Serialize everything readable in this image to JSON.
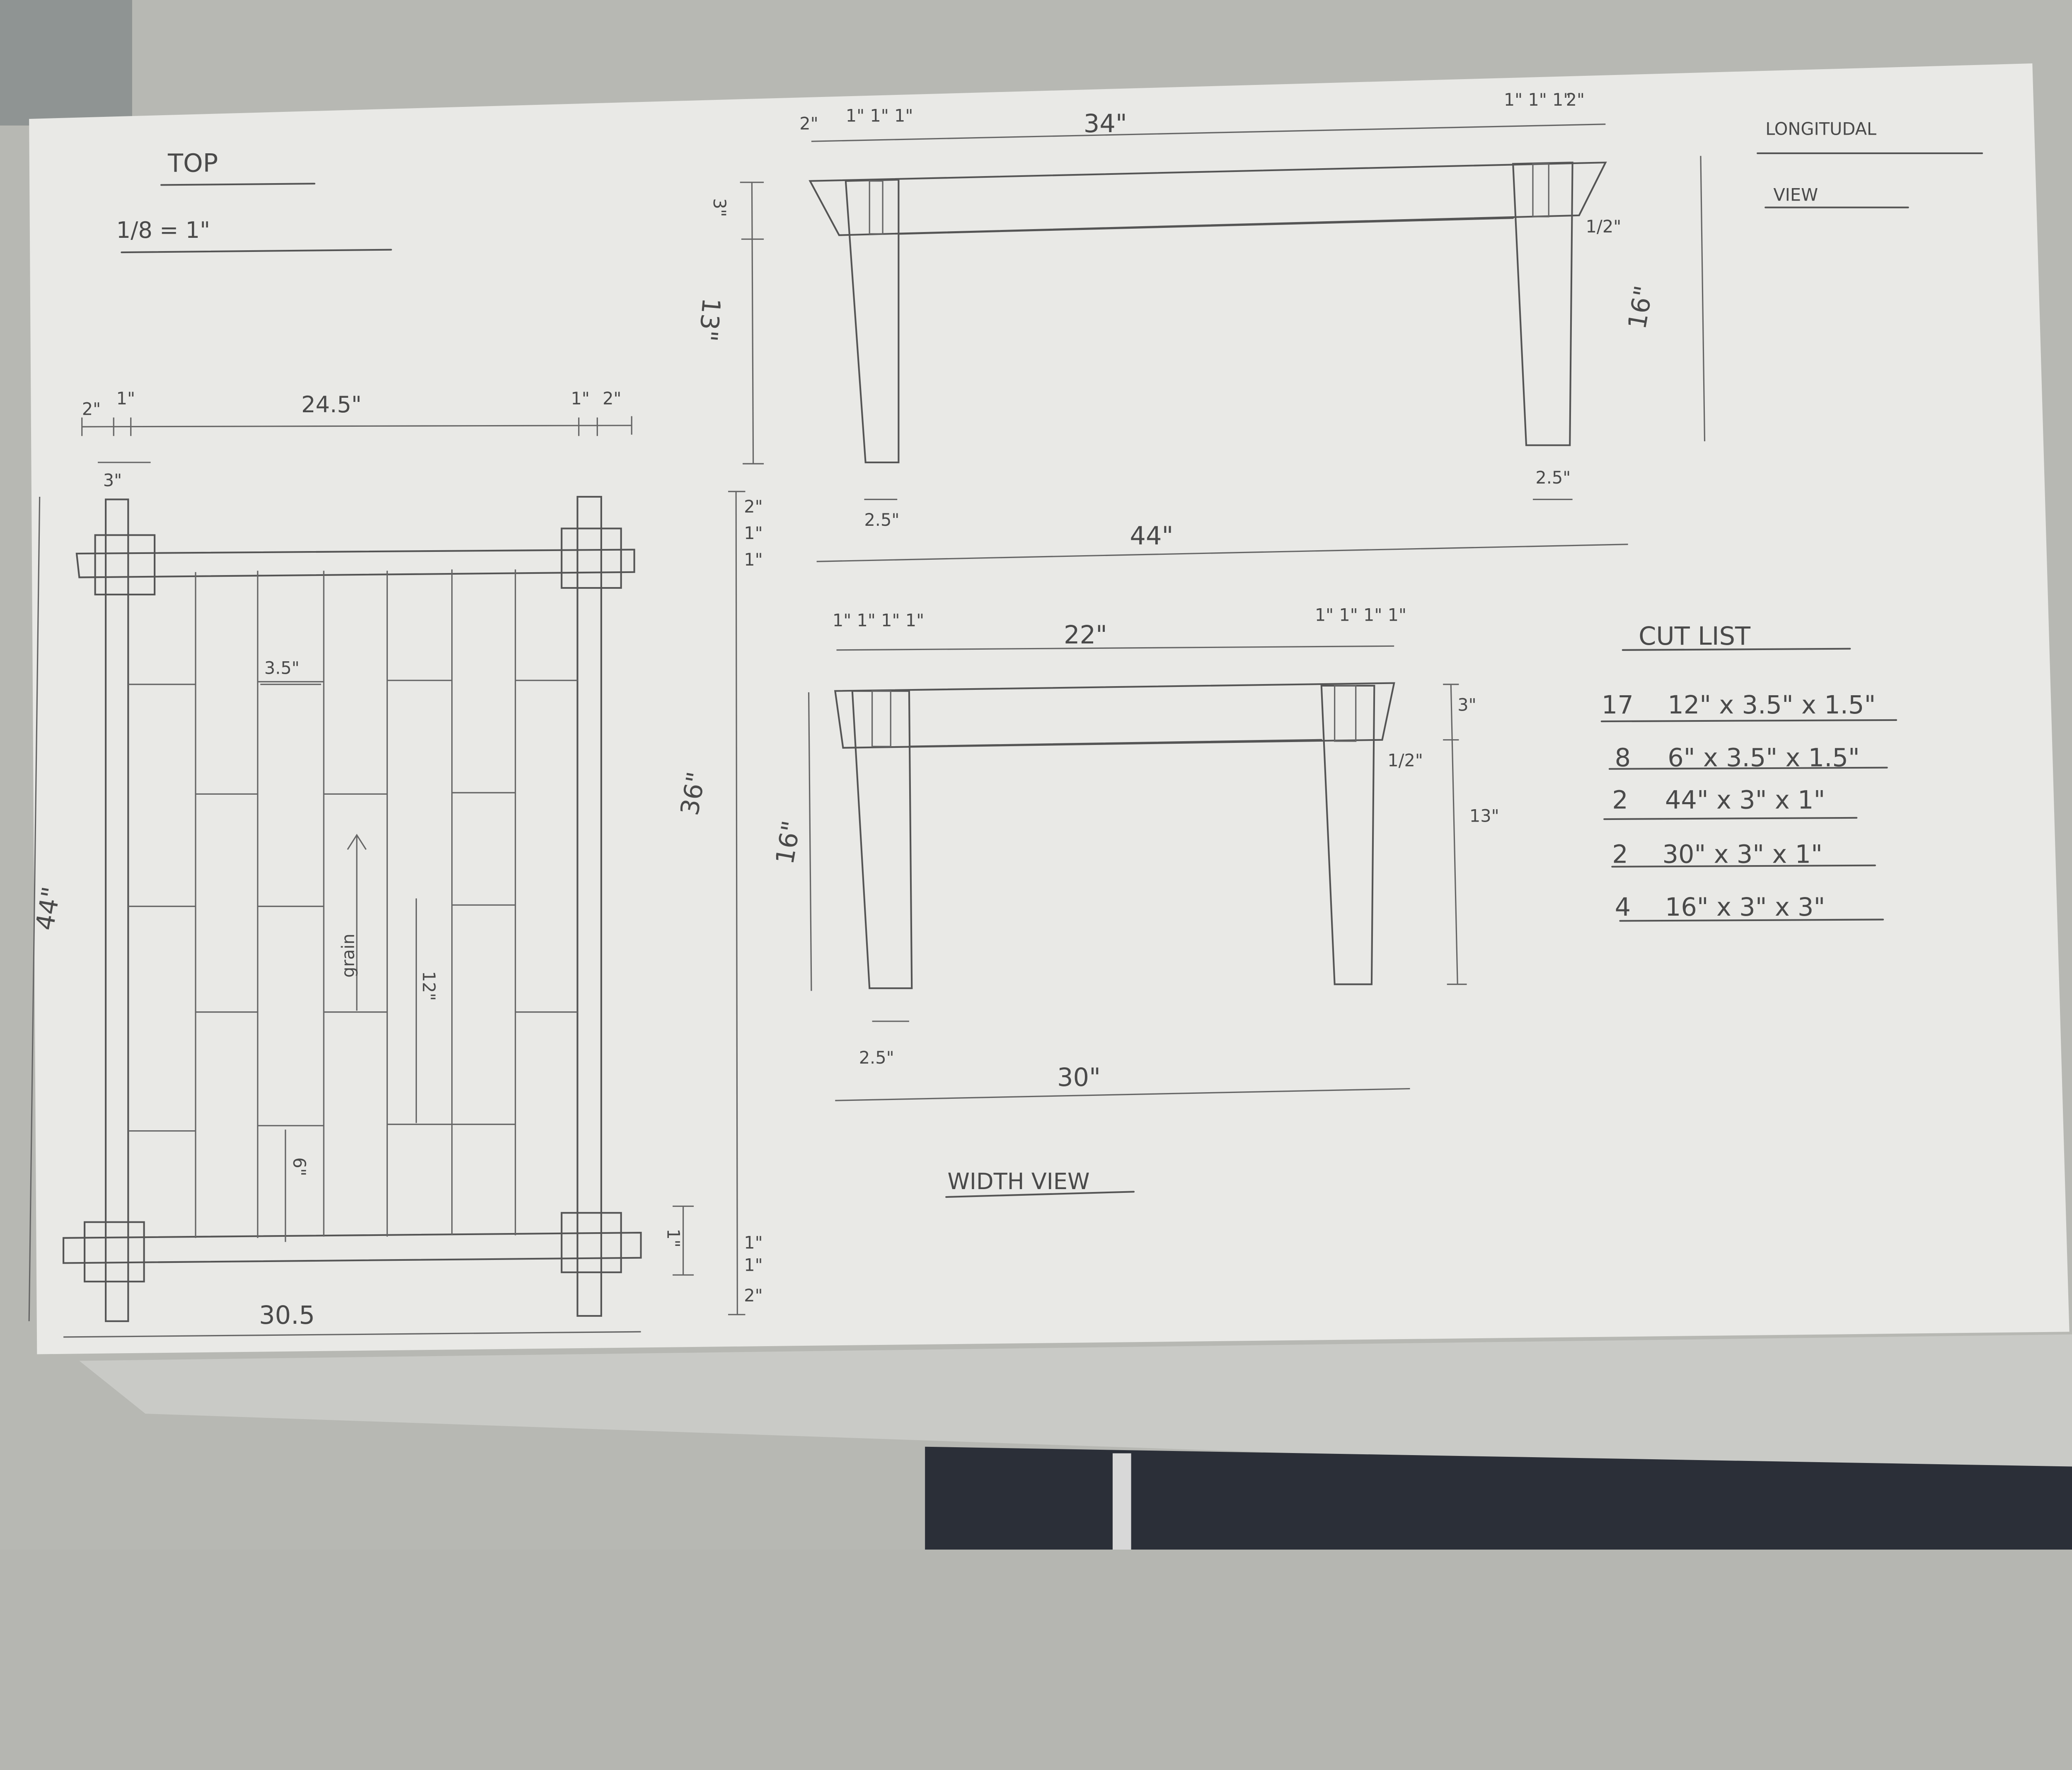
{
  "top_view": {
    "title": "TOP",
    "scale": "1/8 = 1\"",
    "dims": {
      "top_left_2": "2\"",
      "top_left_1": "1\"",
      "span": "24.5\"",
      "top_right_1": "1\"",
      "top_right_2": "2\"",
      "leg": "3\"",
      "plank_width": "3.5\"",
      "grain": "grain",
      "plank_length": "12\"",
      "half_plank": "6\"",
      "rail": "1\"",
      "length": "44\"",
      "width": "30.5"
    }
  },
  "mid_dims": {
    "top_2": "2\"",
    "top_1a": "1\"",
    "top_1b": "1\"",
    "overall": "36\"",
    "bot_1a": "1\"",
    "bot_1b": "1\"",
    "bot_2": "2\""
  },
  "longitudinal_view": {
    "title_line1": "LONGITUDAL",
    "title_line2": "VIEW",
    "dims": {
      "left_2": "2\"",
      "left_ticks": "1\" 1\" 1\"",
      "span": "34\"",
      "right_ticks": "1\" 1\" 1\"",
      "right_2": "2\"",
      "apron": "3\"",
      "leg_height": "13\"",
      "total_height": "16\"",
      "chamfer": "1/2\"",
      "leg_bottom_left": "2.5\"",
      "leg_bottom_right": "2.5\"",
      "length": "44\""
    }
  },
  "width_view": {
    "title": "WIDTH VIEW",
    "dims": {
      "left_ticks": "1\" 1\" 1\" 1\"",
      "span": "22\"",
      "right_ticks": "1\" 1\" 1\" 1\"",
      "apron": "3\"",
      "chamfer": "1/2\"",
      "leg_height": "13\"",
      "total_height": "16\"",
      "leg_bottom": "2.5\"",
      "width": "30\""
    }
  },
  "cut_list": {
    "title": "CUT LIST",
    "items": [
      {
        "qty": "17",
        "size": "12\" x 3.5\" x 1.5\""
      },
      {
        "qty": "8",
        "size": "6\" x 3.5\" x 1.5\""
      },
      {
        "qty": "2",
        "size": "44\" x 3\" x 1\""
      },
      {
        "qty": "2",
        "size": "30\" x 3\" x 1\""
      },
      {
        "qty": "4",
        "size": "16\" x 3\" x 3\""
      }
    ]
  },
  "colors": {
    "paper": "#e9e9e6",
    "table": "#b5b6b1",
    "pencil": "#555555"
  }
}
